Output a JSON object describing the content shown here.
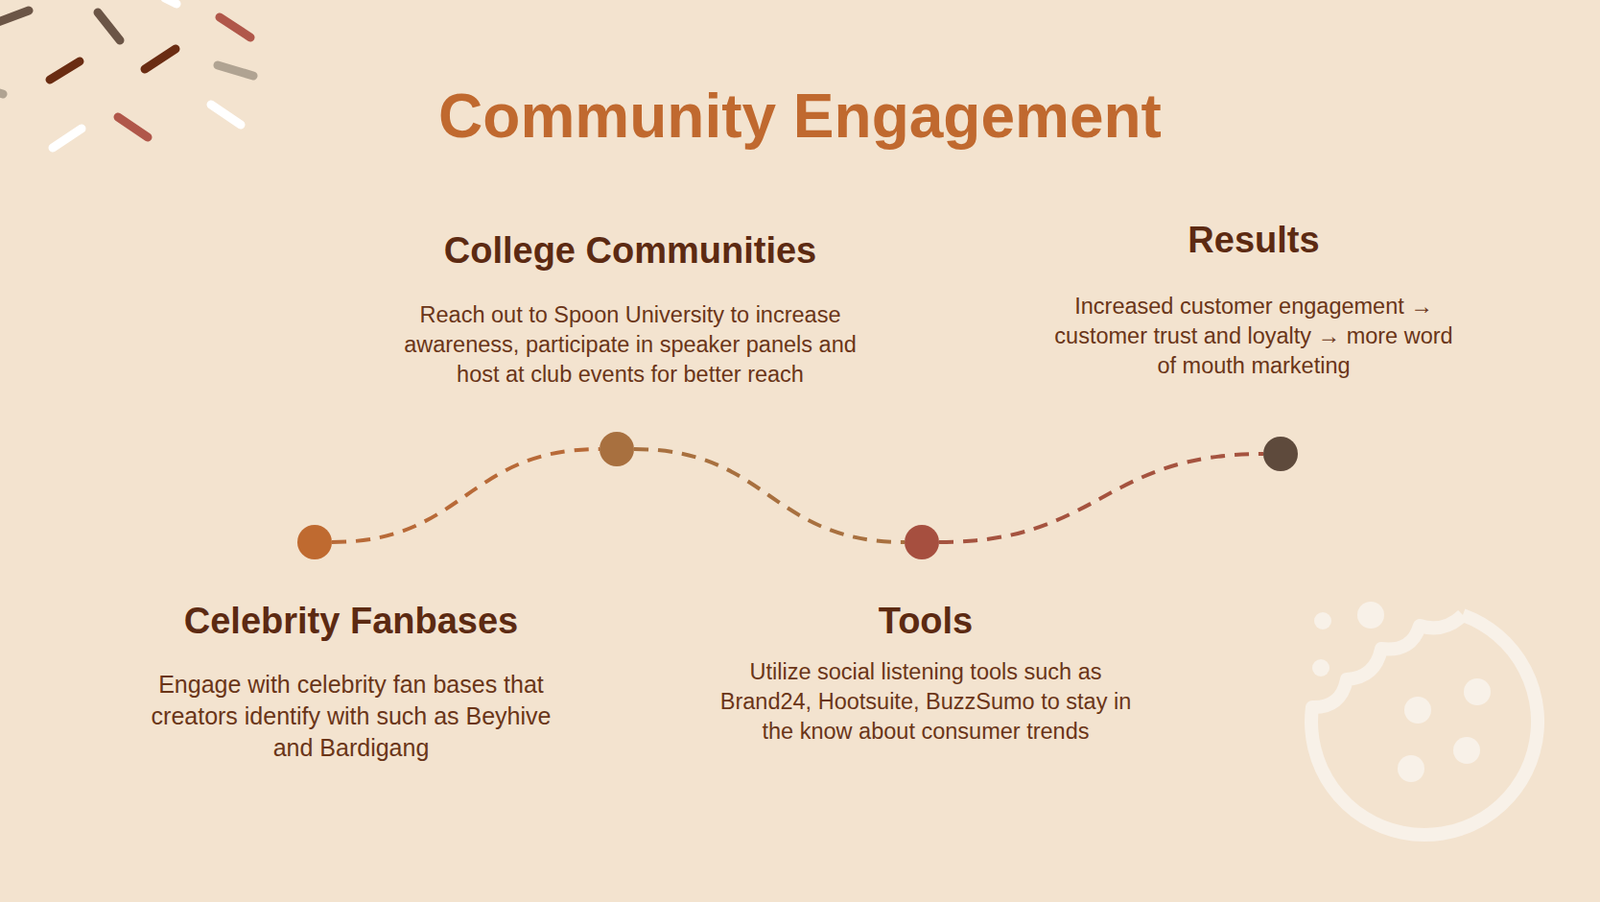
{
  "diagram": {
    "title": "Community Engagement",
    "nodes": [
      {
        "text": [
          "Celebrity Fanbases",
          "Engage with celebrity fan bases that creators identify with such as Beyhive and Bardigang"
        ]
      },
      {
        "text": [
          "College Communities",
          "Reach out to Spoon University to increase awareness, participate in speaker panels and host at club events for better reach"
        ]
      },
      {
        "text": [
          "Tools",
          "Utilize social listening tools such as Brand24, Hootsuite, BuzzSumo to stay in the know about consumer trends"
        ]
      },
      {
        "text": [
          "Results",
          "Increased customer engagement → customer trust and loyalty → more word of mouth marketing"
        ]
      }
    ],
    "edges": [
      {
        "from": 0,
        "to": 1,
        "arrow": "none"
      },
      {
        "from": 1,
        "to": 2,
        "arrow": "none"
      },
      {
        "from": 2,
        "to": 3,
        "arrow": "none"
      }
    ]
  }
}
